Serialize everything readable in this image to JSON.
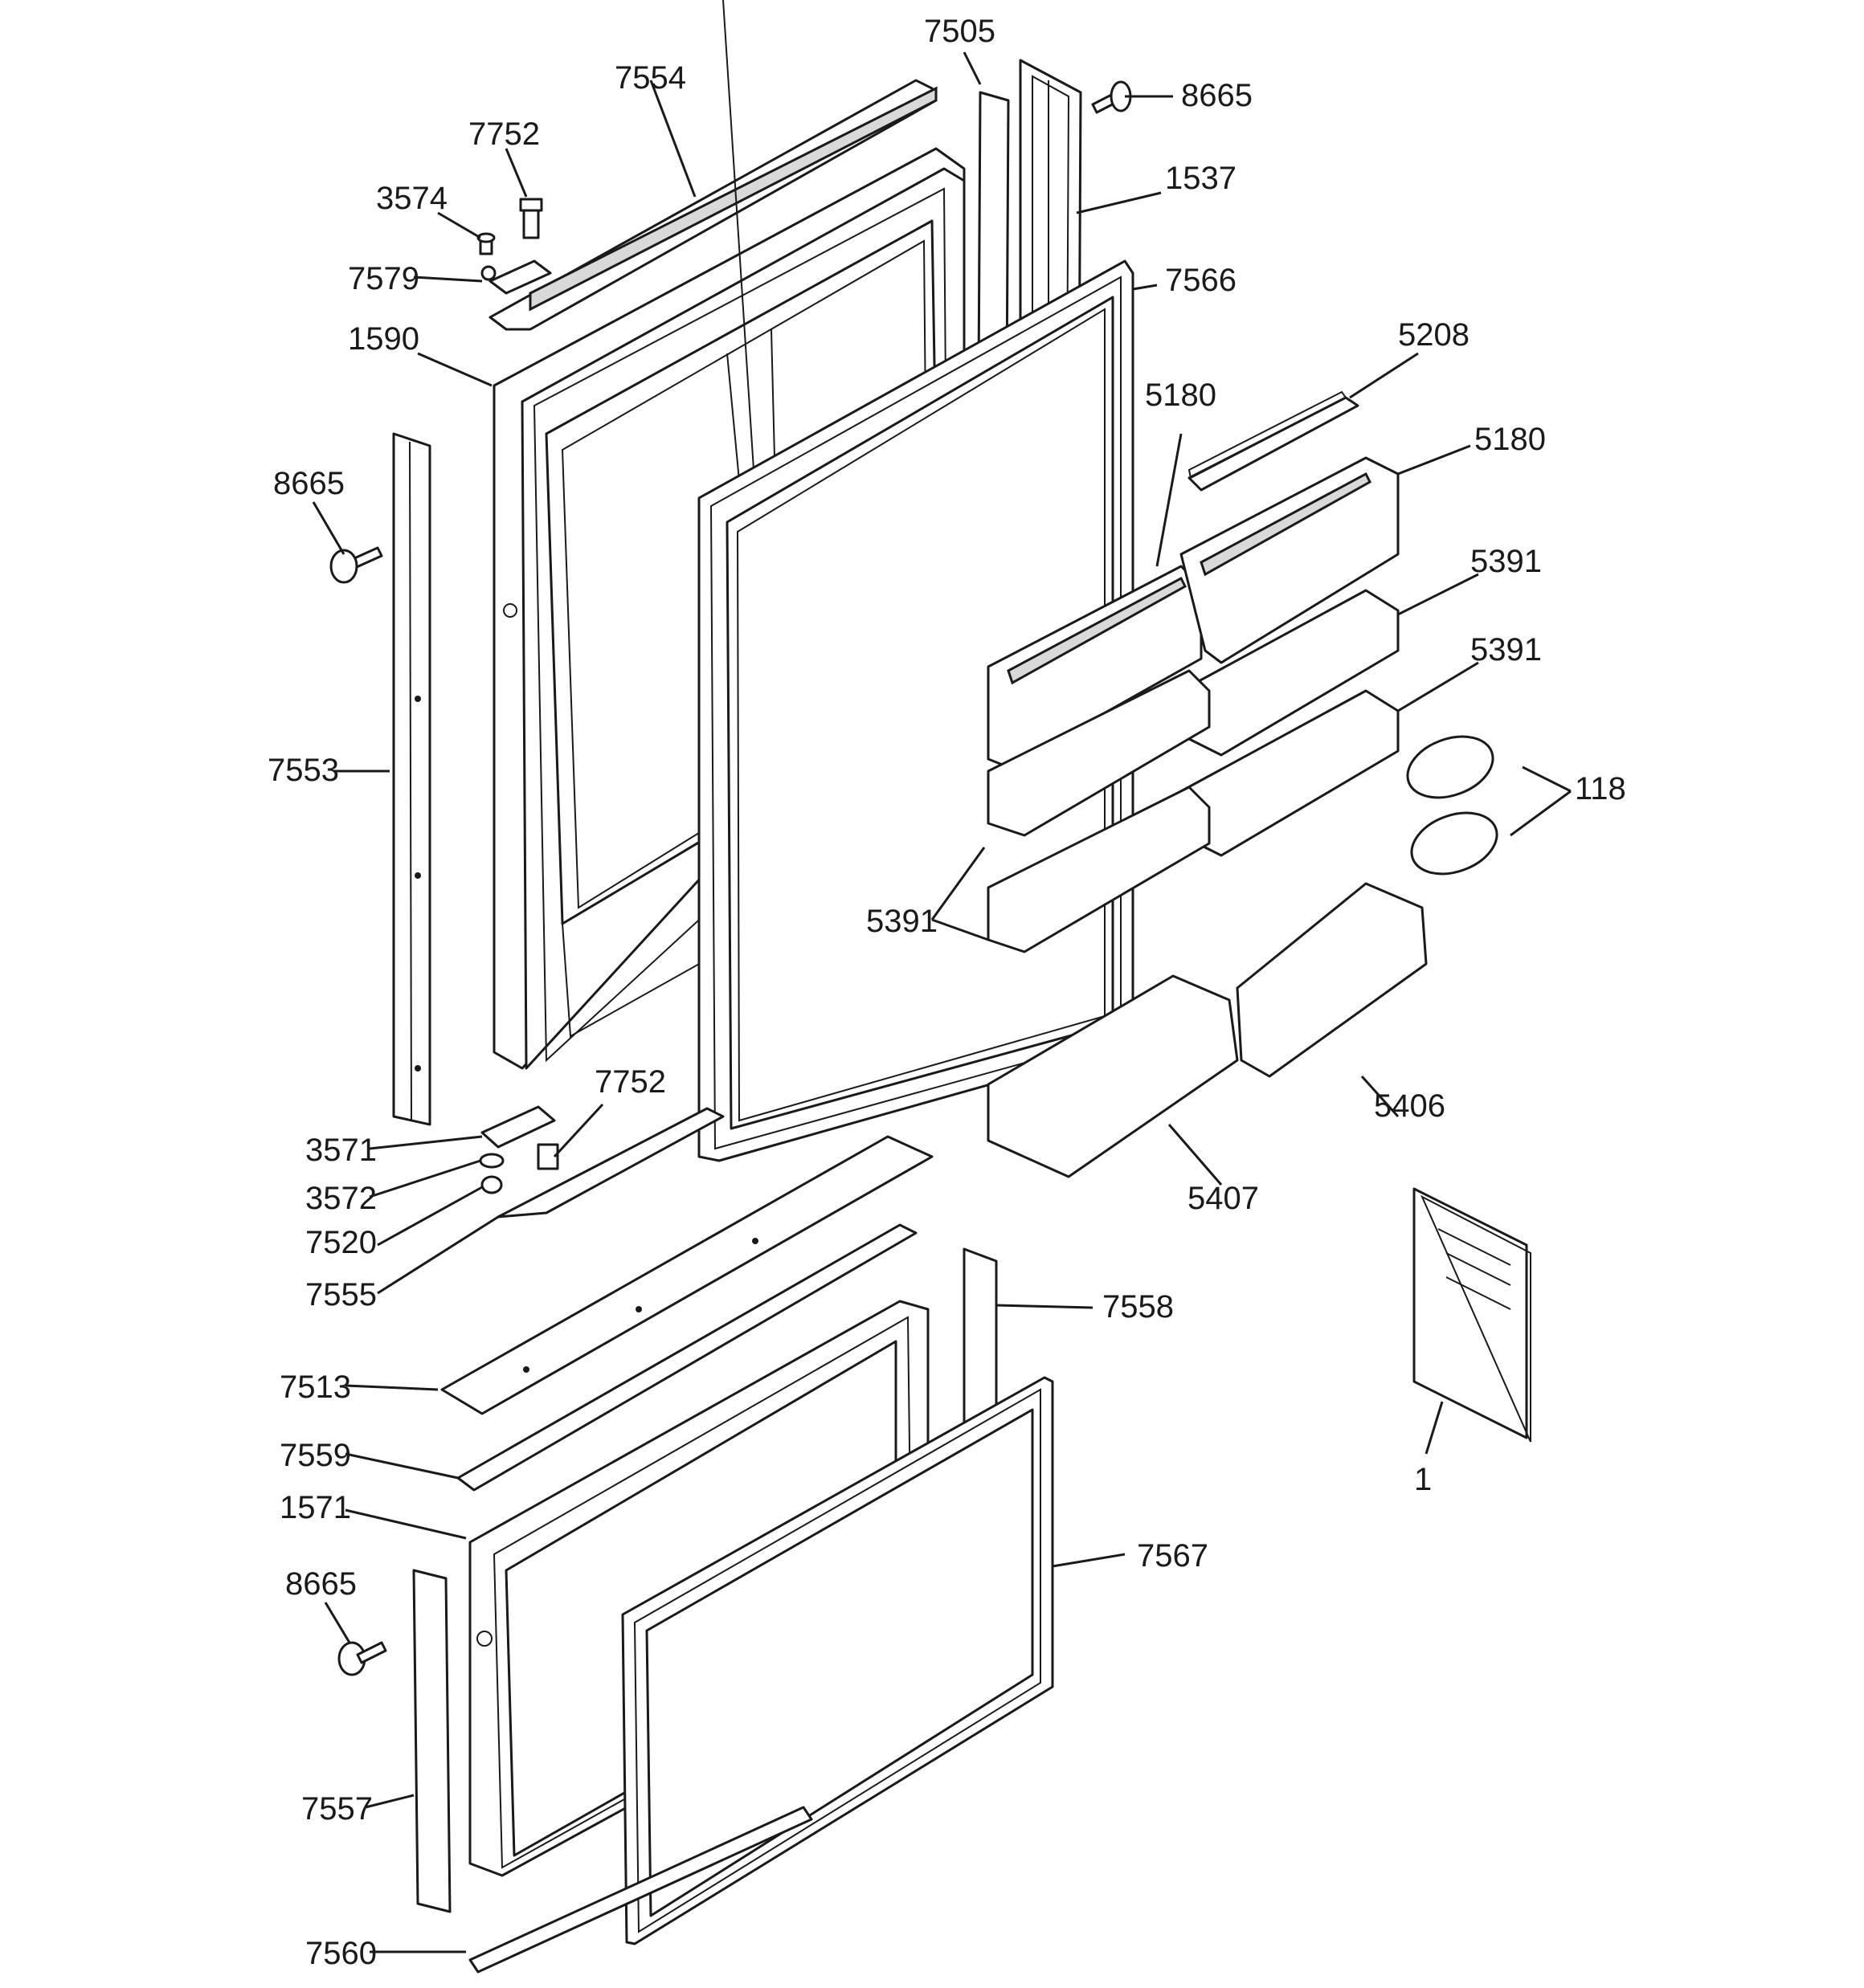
{
  "diagram": {
    "callouts": {
      "c7505": "7505",
      "c8665_top": "8665",
      "c7554": "7554",
      "c7752_top": "7752",
      "c1537": "1537",
      "c3574": "3574",
      "c7566": "7566",
      "c7579": "7579",
      "c5208": "5208",
      "c1590": "1590",
      "c5180_a": "5180",
      "c5180_b": "5180",
      "c8665_left": "8665",
      "c5391_a": "5391",
      "c5391_b": "5391",
      "c118": "118",
      "c7553": "7553",
      "c5391_c": "5391",
      "c7752_mid": "7752",
      "c5406": "5406",
      "c3571": "3571",
      "c3572": "3572",
      "c5407": "5407",
      "c7520": "7520",
      "c7555": "7555",
      "c7558": "7558",
      "c7513": "7513",
      "c7559": "7559",
      "c1": "1",
      "c1571": "1571",
      "c7567": "7567",
      "c8665_bottom": "8665",
      "c7557": "7557",
      "c7560": "7560"
    }
  }
}
